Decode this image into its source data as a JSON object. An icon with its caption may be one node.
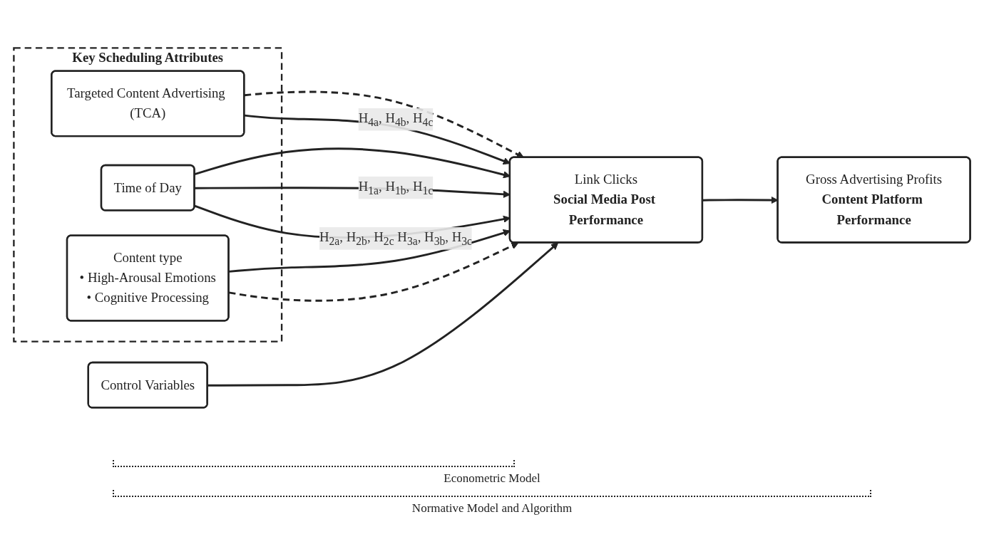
{
  "diagram": {
    "nodes": [
      {
        "text": [
          "Key Scheduling Attributes"
        ]
      },
      {
        "text": [
          "Targeted Content Advertising (TCA)"
        ],
        "in": 0
      },
      {
        "text": [
          "Time of Day"
        ],
        "in": 0
      },
      {
        "text": [
          "Content type",
          "• High-Arousal Emotions",
          "• Cognitive Processing"
        ],
        "in": 0
      },
      {
        "text": [
          "Control Variables"
        ]
      },
      {
        "text": [
          "Link Clicks",
          "Social Media Post Performance"
        ]
      },
      {
        "text": [
          "Gross Advertising Profits",
          "Content Platform Performance"
        ]
      }
    ],
    "edges": [
      {
        "from": 1,
        "to": 5,
        "arrow": "to",
        "style": "dashed"
      },
      {
        "from": 1,
        "to": 5,
        "arrow": "to",
        "label": "H$_{4a}$, H$_{4b}$, H$_{4c}$"
      },
      {
        "from": 2,
        "to": 5,
        "arrow": "to"
      },
      {
        "from": 2,
        "to": 5,
        "arrow": "to",
        "label": "H$_{1a}$, H$_{1b}$, H$_{1c}$"
      },
      {
        "from": 2,
        "to": 5,
        "arrow": "to",
        "label": "H$_{2a}$, H$_{2b}$, H$_{2c}$ H$_{3a}$, H$_{3b}$, H$_{3c}$"
      },
      {
        "from": 3,
        "to": 5,
        "arrow": "to"
      },
      {
        "from": 3,
        "to": 5,
        "arrow": "to",
        "style": "dashed"
      },
      {
        "from": 4,
        "to": 5,
        "arrow": "to"
      },
      {
        "from": 5,
        "to": 6,
        "arrow": "to"
      }
    ],
    "labels": [
      "Econometric Model",
      "Normative Model and Algorithm"
    ]
  }
}
